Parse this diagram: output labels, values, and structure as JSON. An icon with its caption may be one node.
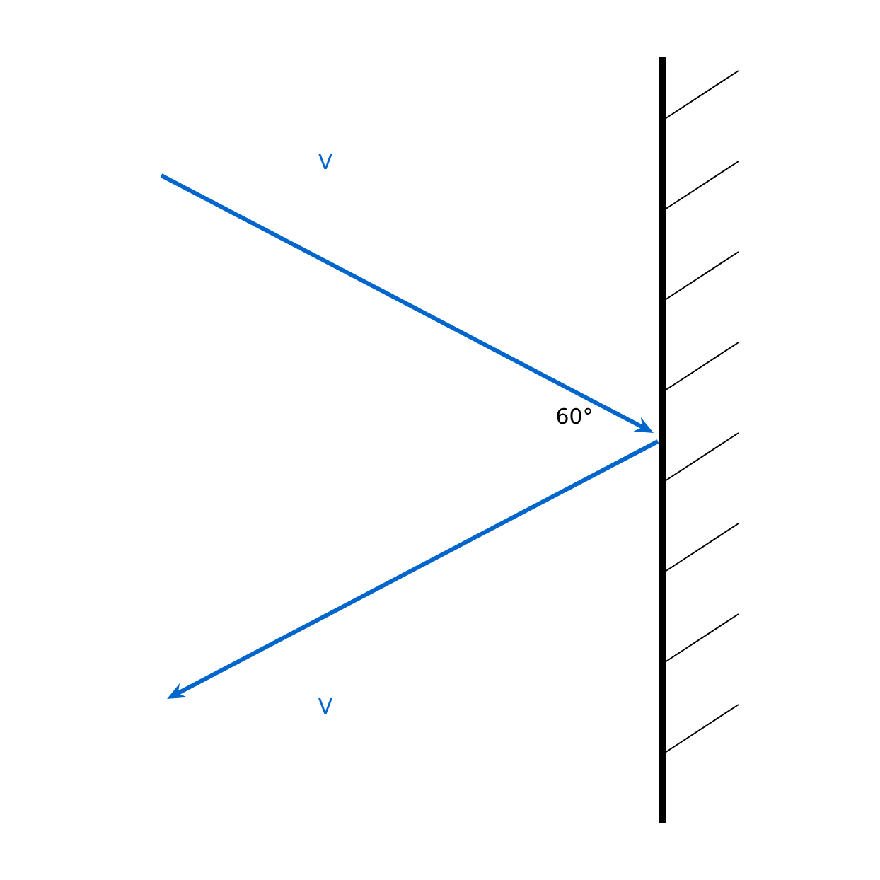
{
  "diagram": {
    "labels": [
      "V",
      "60°",
      "V"
    ]
  }
}
